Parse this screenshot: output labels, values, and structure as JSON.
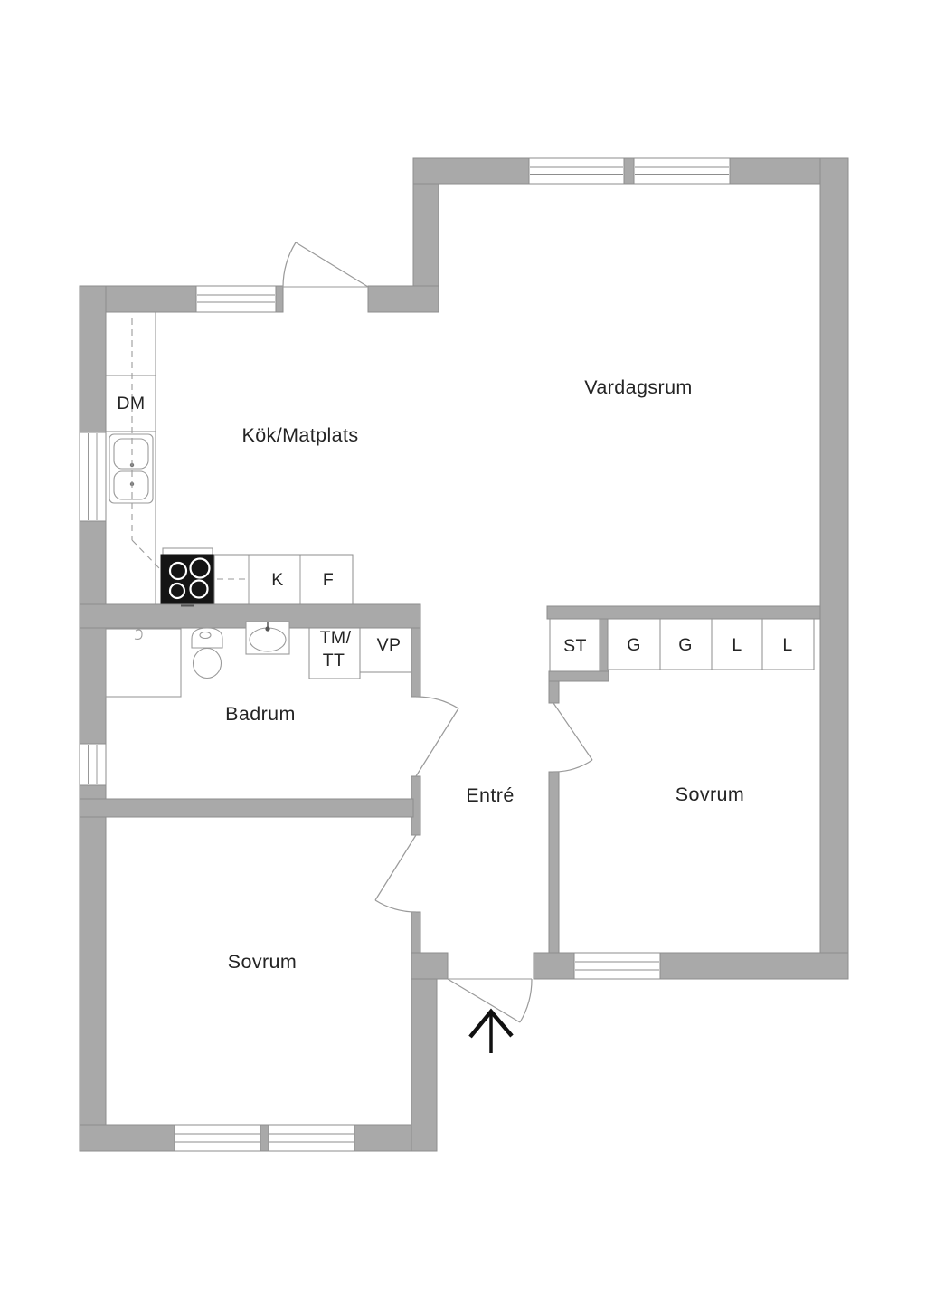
{
  "meta": {
    "title": "Apartment floor plan",
    "type": "architectural-floor-plan",
    "language": "Swedish"
  },
  "colors": {
    "background": "#ffffff",
    "wall": "#a9a9a9",
    "wall_outline": "#8d8d8d",
    "fixture_line": "#9a9a9a",
    "text": "#242424",
    "stove": "#141414"
  },
  "rooms": {
    "kitchen": {
      "label": "Kök/Matplats"
    },
    "living": {
      "label": "Vardagsrum"
    },
    "bathroom": {
      "label": "Badrum"
    },
    "hall": {
      "label": "Entré"
    },
    "bedroom_right": {
      "label": "Sovrum"
    },
    "bedroom_left": {
      "label": "Sovrum"
    }
  },
  "fixtures": {
    "dishwasher": "DM",
    "fridge": "K",
    "freezer": "F",
    "washer_line1": "TM/",
    "washer_line2": "TT",
    "water_heater": "VP",
    "cleaning_closet": "ST",
    "wardrobe_1": "G",
    "wardrobe_2": "G",
    "linen_closet_1": "L",
    "linen_closet_2": "L"
  },
  "icons": {
    "entry_arrow": "up-arrow marking main entrance"
  }
}
